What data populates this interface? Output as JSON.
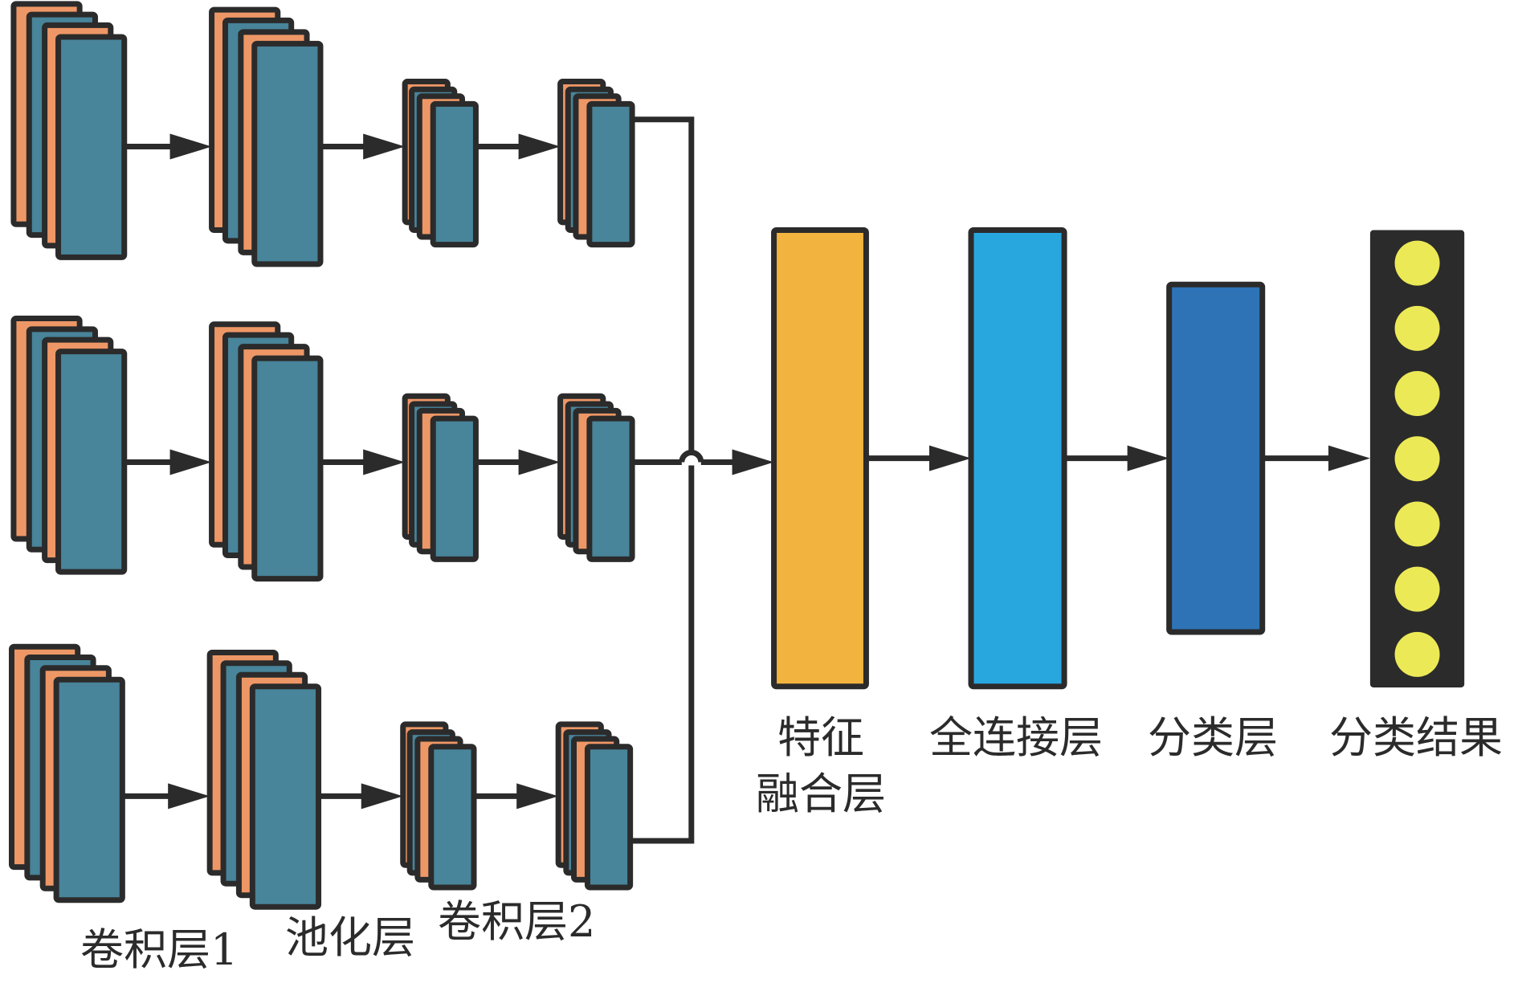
{
  "colors": {
    "outline": "#2b2b2b",
    "sheet_orange": "#ee9766",
    "sheet_teal": "#48849a",
    "fusion_layer": "#f2b43f",
    "fc_layer": "#28a7df",
    "classification_layer": "#2e73b5",
    "output_background": "#2b2b2b",
    "output_node": "#ece957"
  },
  "branches": [
    {
      "name": "branch-1",
      "stages": [
        "conv1",
        "pool",
        "conv2",
        "pool2"
      ]
    },
    {
      "name": "branch-2",
      "stages": [
        "conv1",
        "pool",
        "conv2",
        "pool2"
      ]
    },
    {
      "name": "branch-3",
      "stages": [
        "conv1",
        "pool",
        "conv2",
        "pool2"
      ]
    }
  ],
  "branch_labels": {
    "conv1": "卷积层1",
    "pool": "池化层",
    "conv2": "卷积层2"
  },
  "head_layers": {
    "fusion": {
      "line1": "特征",
      "line2": "融合层"
    },
    "fully_connected": "全连接层",
    "classification": "分类层",
    "result": "分类结果"
  },
  "output_node_count": 7
}
